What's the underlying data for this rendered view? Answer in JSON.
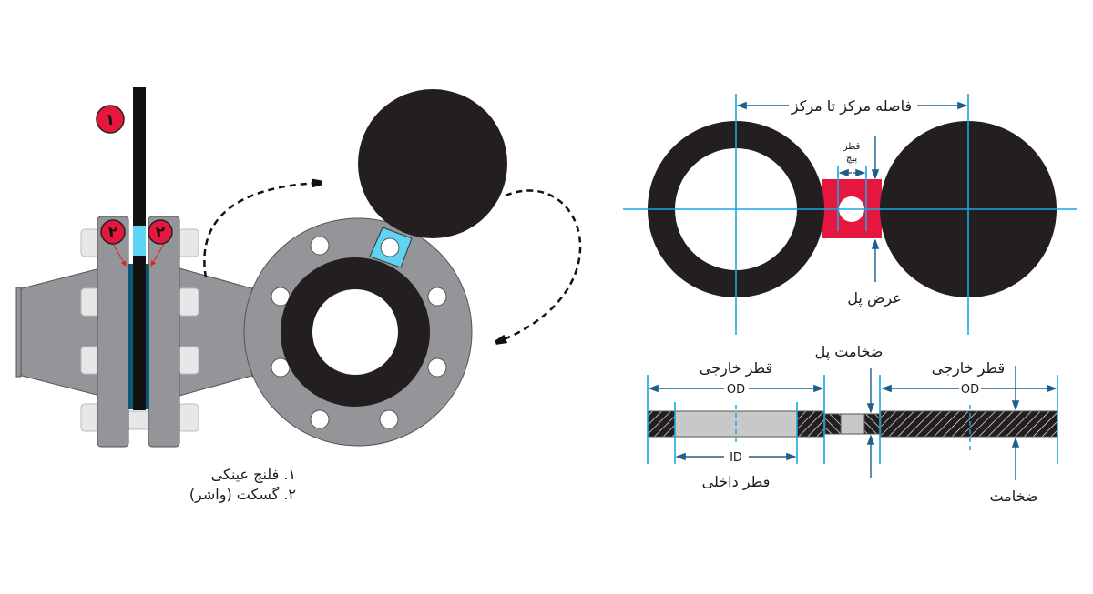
{
  "left_diagram": {
    "badges": {
      "spectacle": "١",
      "gasket_left": "٢",
      "gasket_right": "٢"
    },
    "legend": [
      "١. فلنج عینکی",
      "٢. گسکت (واشر)"
    ]
  },
  "top_right_diagram": {
    "center_to_center": "فاصله مرکز تا مرکز",
    "bolt_diameter_line1": "قطر",
    "bolt_diameter_line2": "پیچ",
    "web_width": "عرض پل"
  },
  "bottom_right_diagram": {
    "outer_diameter_left": "قطر خارجی",
    "od_left": "OD",
    "id": "ID",
    "inner_diameter": "قطر داخلی",
    "web_thickness": "ضخامت پل",
    "outer_diameter_right": "قطر خارجی",
    "od_right": "OD",
    "thickness": "ضخامت"
  },
  "colors": {
    "black": "#231f20",
    "gray": "#939598",
    "cyan": "#5fd3f3",
    "red": "#e5173f",
    "line": "#1aa6e0"
  }
}
